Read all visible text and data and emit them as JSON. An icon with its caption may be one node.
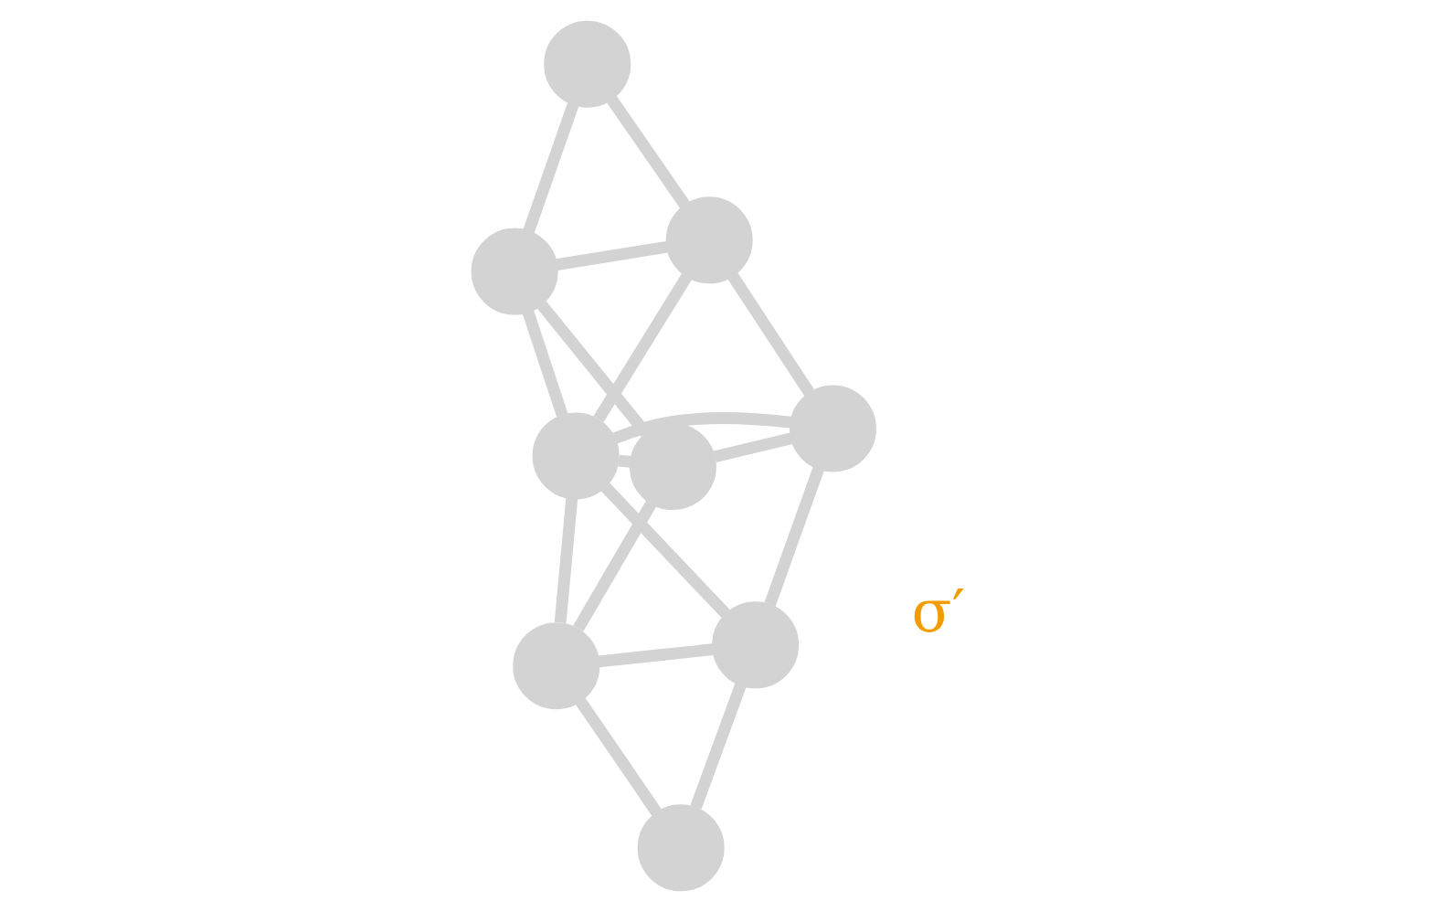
{
  "diagram": {
    "nodes": [
      {
        "text": [],
        "shape": "circle"
      },
      {
        "text": [],
        "shape": "circle"
      },
      {
        "text": [],
        "shape": "circle"
      },
      {
        "text": [],
        "shape": "circle"
      },
      {
        "text": [],
        "shape": "circle"
      },
      {
        "text": [],
        "shape": "circle"
      },
      {
        "text": [],
        "shape": "circle"
      },
      {
        "text": [],
        "shape": "circle"
      },
      {
        "text": [],
        "shape": "circle"
      }
    ],
    "edges": [
      {
        "from": 3,
        "to": 0,
        "arrow": "none"
      },
      {
        "from": 3,
        "to": 6,
        "arrow": "none"
      },
      {
        "from": 0,
        "to": 6,
        "arrow": "none"
      },
      {
        "from": 0,
        "to": 4,
        "arrow": "none"
      },
      {
        "from": 6,
        "to": 4,
        "arrow": "none"
      },
      {
        "from": 0,
        "to": 1,
        "arrow": "none"
      },
      {
        "from": 1,
        "to": 4,
        "arrow": "none"
      },
      {
        "from": 4,
        "to": 7,
        "arrow": "none"
      },
      {
        "from": 6,
        "to": 7,
        "arrow": "none"
      },
      {
        "from": 1,
        "to": 2,
        "arrow": "none"
      },
      {
        "from": 7,
        "to": 8,
        "arrow": "none"
      },
      {
        "from": 4,
        "to": 2,
        "arrow": "none"
      },
      {
        "from": 4,
        "to": 8,
        "arrow": "none"
      },
      {
        "from": 2,
        "to": 8,
        "arrow": "none"
      },
      {
        "from": 2,
        "to": 5,
        "arrow": "none"
      },
      {
        "from": 8,
        "to": 5,
        "arrow": "none"
      },
      {
        "from": 1,
        "to": 7,
        "arrow": "none"
      }
    ],
    "labels": [
      "σ′"
    ]
  }
}
